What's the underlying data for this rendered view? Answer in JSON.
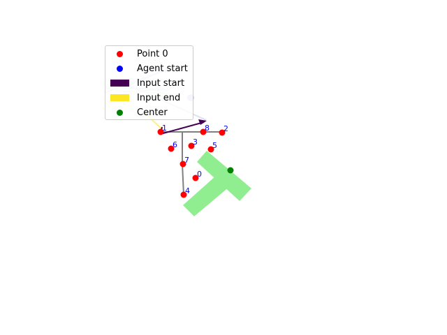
{
  "colors": {
    "point": "#ff0000",
    "agent_start": "#0000ff",
    "input_start": "#440154",
    "input_end": "#fde725",
    "center": "#008000",
    "shape": "#90ee90",
    "path": "#808080",
    "label": "#0000ff"
  },
  "legend": {
    "items": [
      {
        "label": "Point 0",
        "icon": "red-dot"
      },
      {
        "label": "Agent start",
        "icon": "blue-dot"
      },
      {
        "label": "Input start",
        "icon": "purple-rect"
      },
      {
        "label": "Input end",
        "icon": "yellow-rect"
      },
      {
        "label": "Center",
        "icon": "green-dot"
      }
    ]
  },
  "points": {
    "labels": [
      "0",
      "1",
      "2",
      "3",
      "4",
      "5",
      "6",
      "7",
      "8"
    ]
  }
}
